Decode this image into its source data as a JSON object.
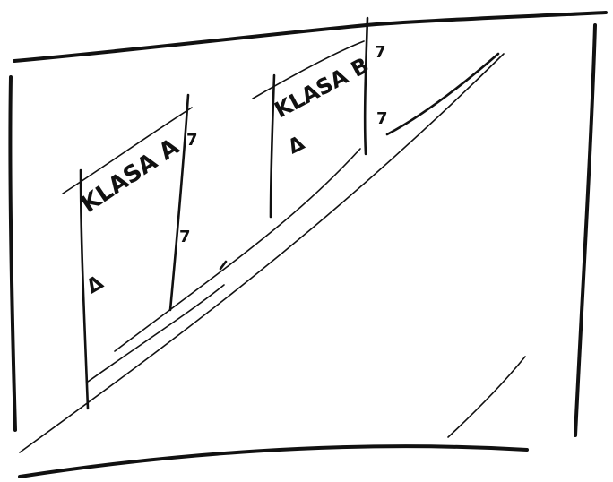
{
  "sketch": {
    "cards": [
      {
        "label": "KLASA A",
        "mark_top": "7",
        "mark_mid": "7",
        "mark_bottom": "Δ"
      },
      {
        "label": "KLASA B",
        "mark_top": "7",
        "mark_mid": "7",
        "mark_bottom": "Δ"
      }
    ],
    "colors": {
      "ink": "#111111",
      "paper": "#ffffff"
    }
  }
}
